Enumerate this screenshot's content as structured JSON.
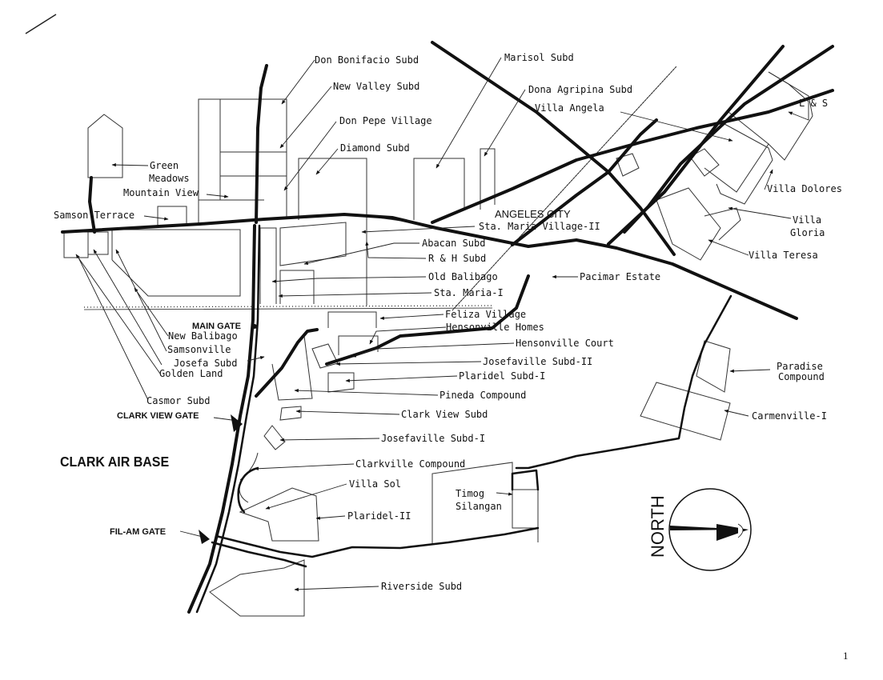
{
  "map": {
    "city_label": "ANGELES CITY",
    "base_label": "CLARK AIR BASE",
    "north_label": "NORTH",
    "page_number": "1",
    "gates": {
      "main": "MAIN GATE",
      "clark_view": "CLARK VIEW GATE",
      "fil_am": "FIL-AM GATE"
    },
    "labels": {
      "don_bonifacio": "Don Bonifacio Subd",
      "new_valley": "New Valley Subd",
      "don_pepe": "Don Pepe Village",
      "diamond": "Diamond Subd",
      "marisol": "Marisol Subd",
      "dona_agripina": "Dona Agripina Subd",
      "villa_angela": "Villa Angela",
      "ls": "L & S",
      "villa_dolores": "Villa Dolores",
      "villa_gloria_1": "Villa",
      "villa_gloria_2": "Gloria",
      "villa_teresa": "Villa Teresa",
      "green_meadows_1": "Green",
      "green_meadows_2": "Meadows",
      "mountain_view": "Mountain View",
      "samson_terrace": "Samson Terrace",
      "sta_maria_2": "Sta. Maria Village-II",
      "abacan": "Abacan Subd",
      "rh": "R & H Subd",
      "old_balibago": "Old Balibago",
      "sta_maria_1": "Sta. Maria-I",
      "pacimar": "Pacimar Estate",
      "feliza": "Feliza Village",
      "hensonville_homes": "Hensonville Homes",
      "hensonville_court": "Hensonville Court",
      "josefaville_2": "Josefaville Subd-II",
      "plaridel_1": "Plaridel Subd-I",
      "pineda": "Pineda Compound",
      "clark_view": "Clark View Subd",
      "josefaville_1": "Josefaville Subd-I",
      "clarkville": "Clarkville Compound",
      "villa_sol": "Villa Sol",
      "plaridel_2": "Plaridel-II",
      "timog_1": "Timog",
      "timog_2": "Silangan",
      "riverside": "Riverside Subd",
      "new_balibago": "New Balibago",
      "samsonville": "Samsonville",
      "josefa": "Josefa Subd",
      "golden_land": "Golden Land",
      "casmor": "Casmor Subd",
      "paradise_1": "Paradise",
      "paradise_2": "Compound",
      "carmenville": "Carmenville-I"
    }
  }
}
